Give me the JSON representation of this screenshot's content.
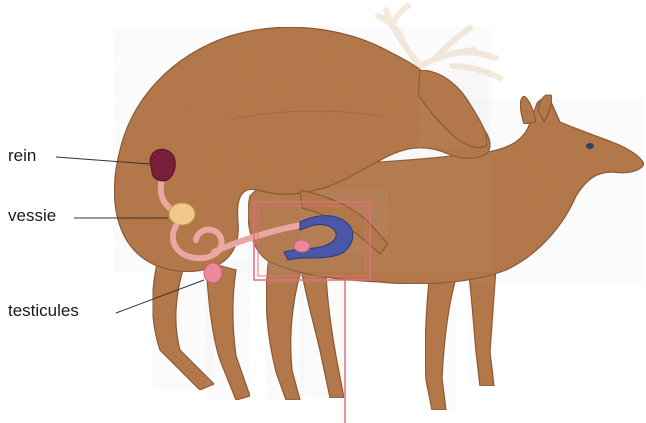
{
  "labels": {
    "kidney": "rein",
    "bladder": "vessie",
    "testicles": "testicules"
  },
  "colors": {
    "fur": "#b5794b",
    "fur_dark": "#8e5a33",
    "fur_light": "#cf9a6c",
    "antler": "#f3eadc",
    "kidney": "#7a1f3a",
    "bladder": "#f0c98a",
    "duct": "#e8a7a0",
    "uterus": "#4a57a8",
    "highlight_box": "#e0707a"
  }
}
